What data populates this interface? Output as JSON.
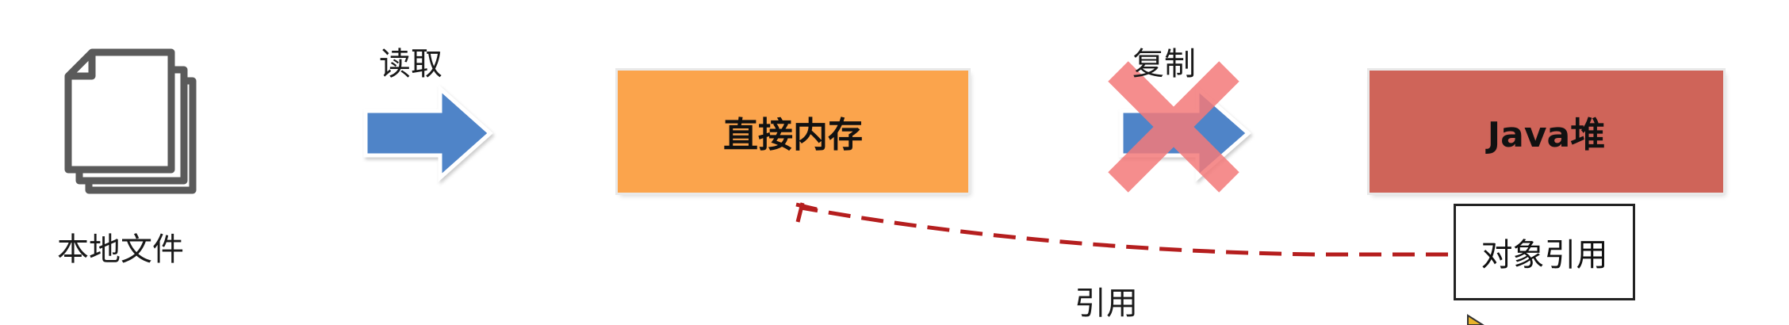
{
  "diagram": {
    "local_file_label": "本地文件",
    "read_label": "读取",
    "direct_memory_label": "直接内存",
    "copy_label": "复制",
    "java_heap_label": "Java堆",
    "object_ref_label": "对象引用",
    "reference_label": "引用"
  },
  "colors": {
    "direct_memory": "#FBA44C",
    "java_heap": "#CF6459",
    "arrow_blue": "#4F84C8",
    "cross_red": "#F47A7A",
    "dashed_ref": "#B51E1E",
    "icon_gray": "#5A5A5A"
  },
  "icons": {
    "local_file": "stacked-documents-icon",
    "read_arrow": "right-arrow-icon",
    "copy_arrow": "right-arrow-icon",
    "copy_blocked": "cross-icon",
    "cursor": "mouse-pointer-icon"
  }
}
